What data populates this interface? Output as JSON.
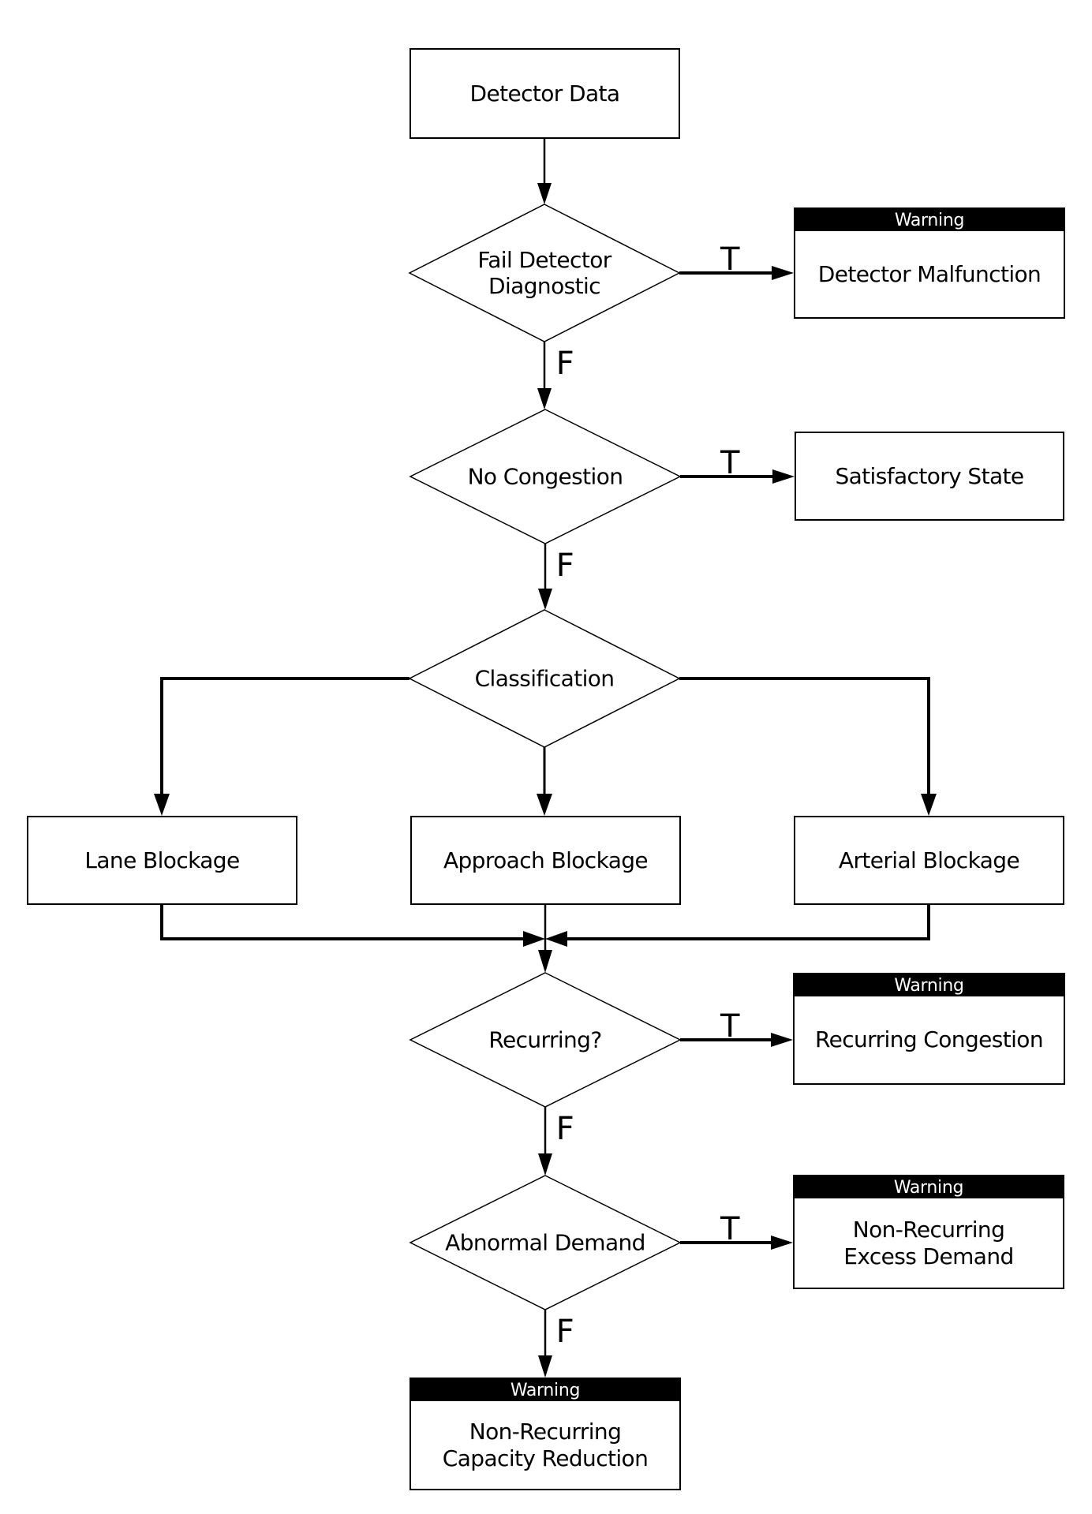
{
  "canvas": {
    "background": "#ffffff",
    "ink": "#000000"
  },
  "labels": {
    "warning": "Warning",
    "true": "T",
    "false": "F"
  },
  "nodes": {
    "detector_data": {
      "type": "process",
      "label": "Detector Data"
    },
    "fail_detector_diagnostic": {
      "type": "decision",
      "label": "Fail Detector Diagnostic"
    },
    "detector_malfunction": {
      "type": "warning",
      "label": "Detector Malfunction"
    },
    "no_congestion": {
      "type": "decision",
      "label": "No Congestion"
    },
    "satisfactory_state": {
      "type": "process",
      "label": "Satisfactory State"
    },
    "classification": {
      "type": "decision",
      "label": "Classification"
    },
    "lane_blockage": {
      "type": "process",
      "label": "Lane Blockage"
    },
    "approach_blockage": {
      "type": "process",
      "label": "Approach Blockage"
    },
    "arterial_blockage": {
      "type": "process",
      "label": "Arterial Blockage"
    },
    "recurring": {
      "type": "decision",
      "label": "Recurring?"
    },
    "recurring_congestion": {
      "type": "warning",
      "label": "Recurring Congestion"
    },
    "abnormal_demand": {
      "type": "decision",
      "label": "Abnormal Demand"
    },
    "non_recurring_excess_demand": {
      "type": "warning",
      "label": "Non-Recurring Excess Demand"
    },
    "non_recurring_capacity_reduction": {
      "type": "warning",
      "label": "Non-Recurring Capacity Reduction"
    }
  },
  "edges": [
    {
      "from": "detector_data",
      "to": "fail_detector_diagnostic",
      "label": ""
    },
    {
      "from": "fail_detector_diagnostic",
      "to": "detector_malfunction",
      "label": "T"
    },
    {
      "from": "fail_detector_diagnostic",
      "to": "no_congestion",
      "label": "F"
    },
    {
      "from": "no_congestion",
      "to": "satisfactory_state",
      "label": "T"
    },
    {
      "from": "no_congestion",
      "to": "classification",
      "label": "F"
    },
    {
      "from": "classification",
      "to": "lane_blockage",
      "label": ""
    },
    {
      "from": "classification",
      "to": "approach_blockage",
      "label": ""
    },
    {
      "from": "classification",
      "to": "arterial_blockage",
      "label": ""
    },
    {
      "from": "lane_blockage",
      "to": "recurring",
      "label": ""
    },
    {
      "from": "approach_blockage",
      "to": "recurring",
      "label": ""
    },
    {
      "from": "arterial_blockage",
      "to": "recurring",
      "label": ""
    },
    {
      "from": "recurring",
      "to": "recurring_congestion",
      "label": "T"
    },
    {
      "from": "recurring",
      "to": "abnormal_demand",
      "label": "F"
    },
    {
      "from": "abnormal_demand",
      "to": "non_recurring_excess_demand",
      "label": "T"
    },
    {
      "from": "abnormal_demand",
      "to": "non_recurring_capacity_reduction",
      "label": "F"
    }
  ]
}
